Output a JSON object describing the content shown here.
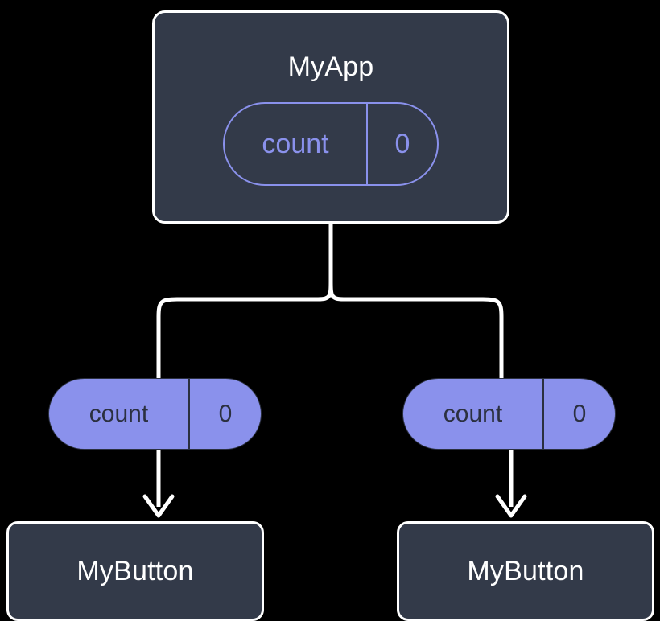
{
  "diagram": {
    "title": "MyApp",
    "background_color": "#000000",
    "node_fill": "#333A49",
    "node_border": "#FFFFFF",
    "accent_color": "#8A91EC",
    "edge_color": "#FFFFFF",
    "root": {
      "label": "MyApp",
      "state_pill": {
        "key": "count",
        "value": "0",
        "style": "outlined"
      }
    },
    "props": [
      {
        "key": "count",
        "value": "0",
        "style": "filled"
      },
      {
        "key": "count",
        "value": "0",
        "style": "filled"
      }
    ],
    "children": [
      {
        "label": "MyButton"
      },
      {
        "label": "MyButton"
      }
    ],
    "edges": {
      "fork_from": "MyApp",
      "arrow_heads": 2
    }
  }
}
